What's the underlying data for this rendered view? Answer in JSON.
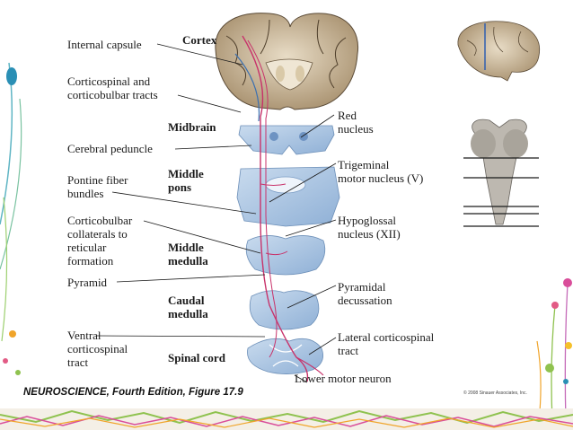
{
  "labels": {
    "cortex": "Cortex",
    "internal_capsule": "Internal capsule",
    "corticospinal_corticobulbar": "Corticospinal and\ncorticobulbar tracts",
    "midbrain": "Midbrain",
    "red_nucleus": "Red\nnucleus",
    "cerebral_peduncle": "Cerebral peduncle",
    "middle_pons": "Middle\npons",
    "pontine_fiber_bundles": "Pontine fiber\nbundles",
    "trigeminal_motor_nucleus": "Trigeminal\nmotor nucleus (V)",
    "corticobulbar_collaterals": "Corticobulbar\ncollaterals to\nreticular\nformation",
    "hypoglossal_nucleus": "Hypoglossal\nnucleus (XII)",
    "middle_medulla": "Middle\nmedulla",
    "pyramid": "Pyramid",
    "caudal_medulla": "Caudal\nmedulla",
    "pyramidal_decussation": "Pyramidal\ndecussation",
    "ventral_corticospinal_tract": "Ventral\ncorticospinal\ntract",
    "spinal_cord": "Spinal cord",
    "lateral_corticospinal_tract": "Lateral corticospinal\ntract",
    "lower_motor_neuron": "Lower motor neuron"
  },
  "caption": "NEUROSCIENCE, Fourth Edition, Figure 17.9",
  "copyright": "© 2008 Sinauer Associates, Inc.",
  "colors": {
    "tract_red": "#c8326a",
    "tract_blue": "#3a6fb0",
    "section_blue": "#a9c3e0",
    "brain_tan": "#b8a48a"
  }
}
